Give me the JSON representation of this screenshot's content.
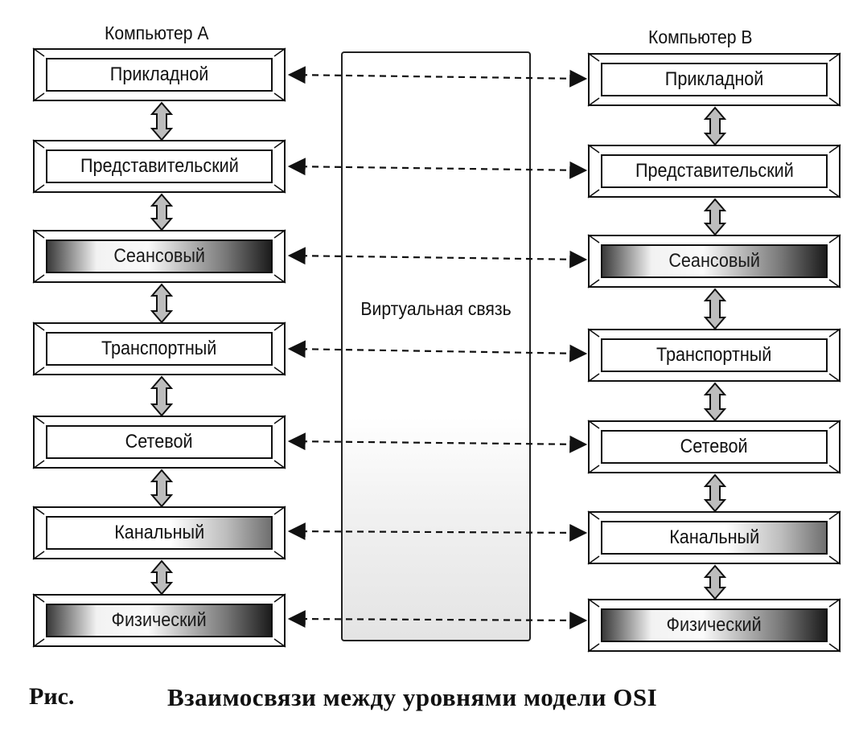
{
  "computer_a": {
    "title": "Компьютер А",
    "layers": [
      "Прикладной",
      "Представительский",
      "Сеансовый",
      "Транспортный",
      "Сетевой",
      "Канальный",
      "Физический"
    ]
  },
  "computer_b": {
    "title": "Компьютер В",
    "layers": [
      "Прикладной",
      "Представительский",
      "Сеансовый",
      "Транспортный",
      "Сетевой",
      "Канальный",
      "Физический"
    ]
  },
  "virtual_link": {
    "label": "Виртуальная связь"
  },
  "caption": {
    "prefix": "Рис.",
    "text": "Взаимосвязи между уровнями модели OSI"
  }
}
